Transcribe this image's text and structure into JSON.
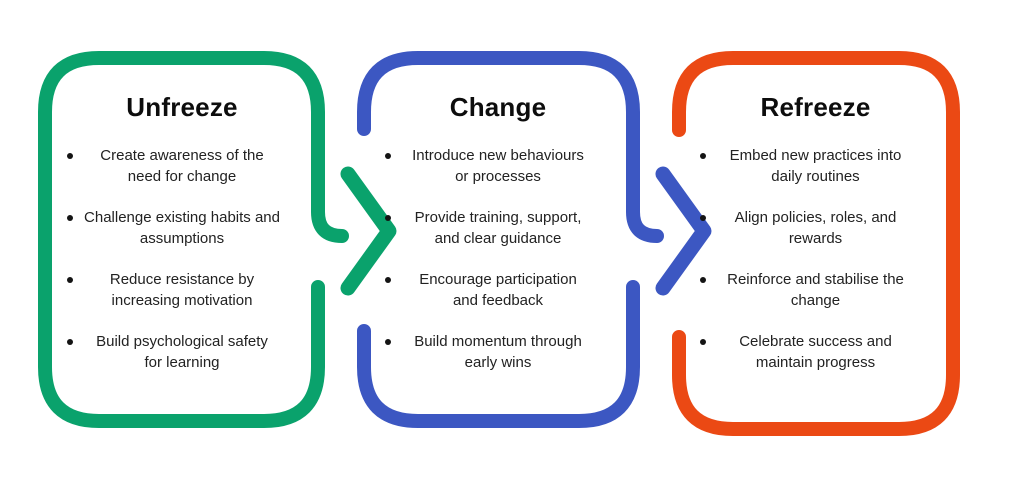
{
  "colors": {
    "green": "#0AA26C",
    "blue": "#3C57C2",
    "orange": "#EB4914",
    "text": "#222222",
    "title": "#0D0D0D",
    "background": "#FFFFFF"
  },
  "boxes": [
    {
      "title": "Unfreeze",
      "bullets": [
        {
          "line1": "Create awareness of the",
          "line2": "need for change"
        },
        {
          "line1": "Challenge existing habits and",
          "line2": "assumptions"
        },
        {
          "line1": "Reduce resistance by",
          "line2": "increasing motivation"
        },
        {
          "line1": "Build psychological safety",
          "line2": "for learning"
        }
      ]
    },
    {
      "title": "Change",
      "bullets": [
        {
          "line1": "Introduce new behaviours",
          "line2": "or processes"
        },
        {
          "line1": "Provide training, support,",
          "line2": "and clear guidance"
        },
        {
          "line1": "Encourage participation",
          "line2": "and feedback"
        },
        {
          "line1": "Build momentum through",
          "line2": "early wins"
        }
      ]
    },
    {
      "title": "Refreeze",
      "bullets": [
        {
          "line1": "Embed new practices into",
          "line2": "daily routines"
        },
        {
          "line1": "Align policies, roles, and",
          "line2": "rewards"
        },
        {
          "line1": "Reinforce and stabilise the",
          "line2": "change"
        },
        {
          "line1": "Celebrate success and",
          "line2": "maintain progress"
        }
      ]
    }
  ]
}
